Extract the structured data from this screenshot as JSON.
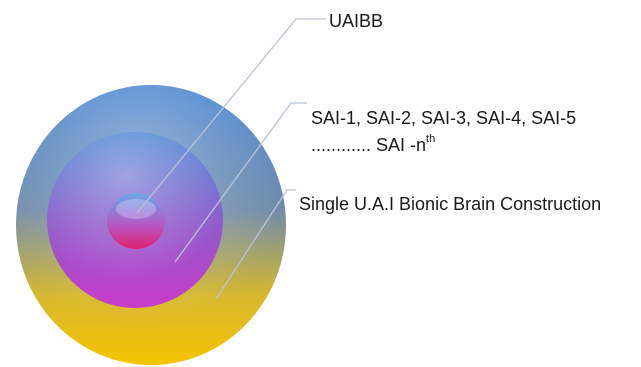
{
  "labels": {
    "core": "UAIBB",
    "middle_line1": "SAI-1, SAI-2, SAI-3, SAI-4, SAI-5",
    "middle_line2_prefix": "............ SAI   -n",
    "middle_line2_sup": "th",
    "outer": "Single U.A.I Bionic Brain Construction"
  },
  "colors": {
    "outer_top": "#3f7fd0",
    "outer_mid": "#8f9a7a",
    "outer_bottom": "#f5c400",
    "middle_top": "#4a86d4",
    "middle_bottom": "#c83cc8",
    "core_top": "#6aa8e8",
    "core_bottom": "#e0206e",
    "leader_line": "#b9c4d6"
  }
}
